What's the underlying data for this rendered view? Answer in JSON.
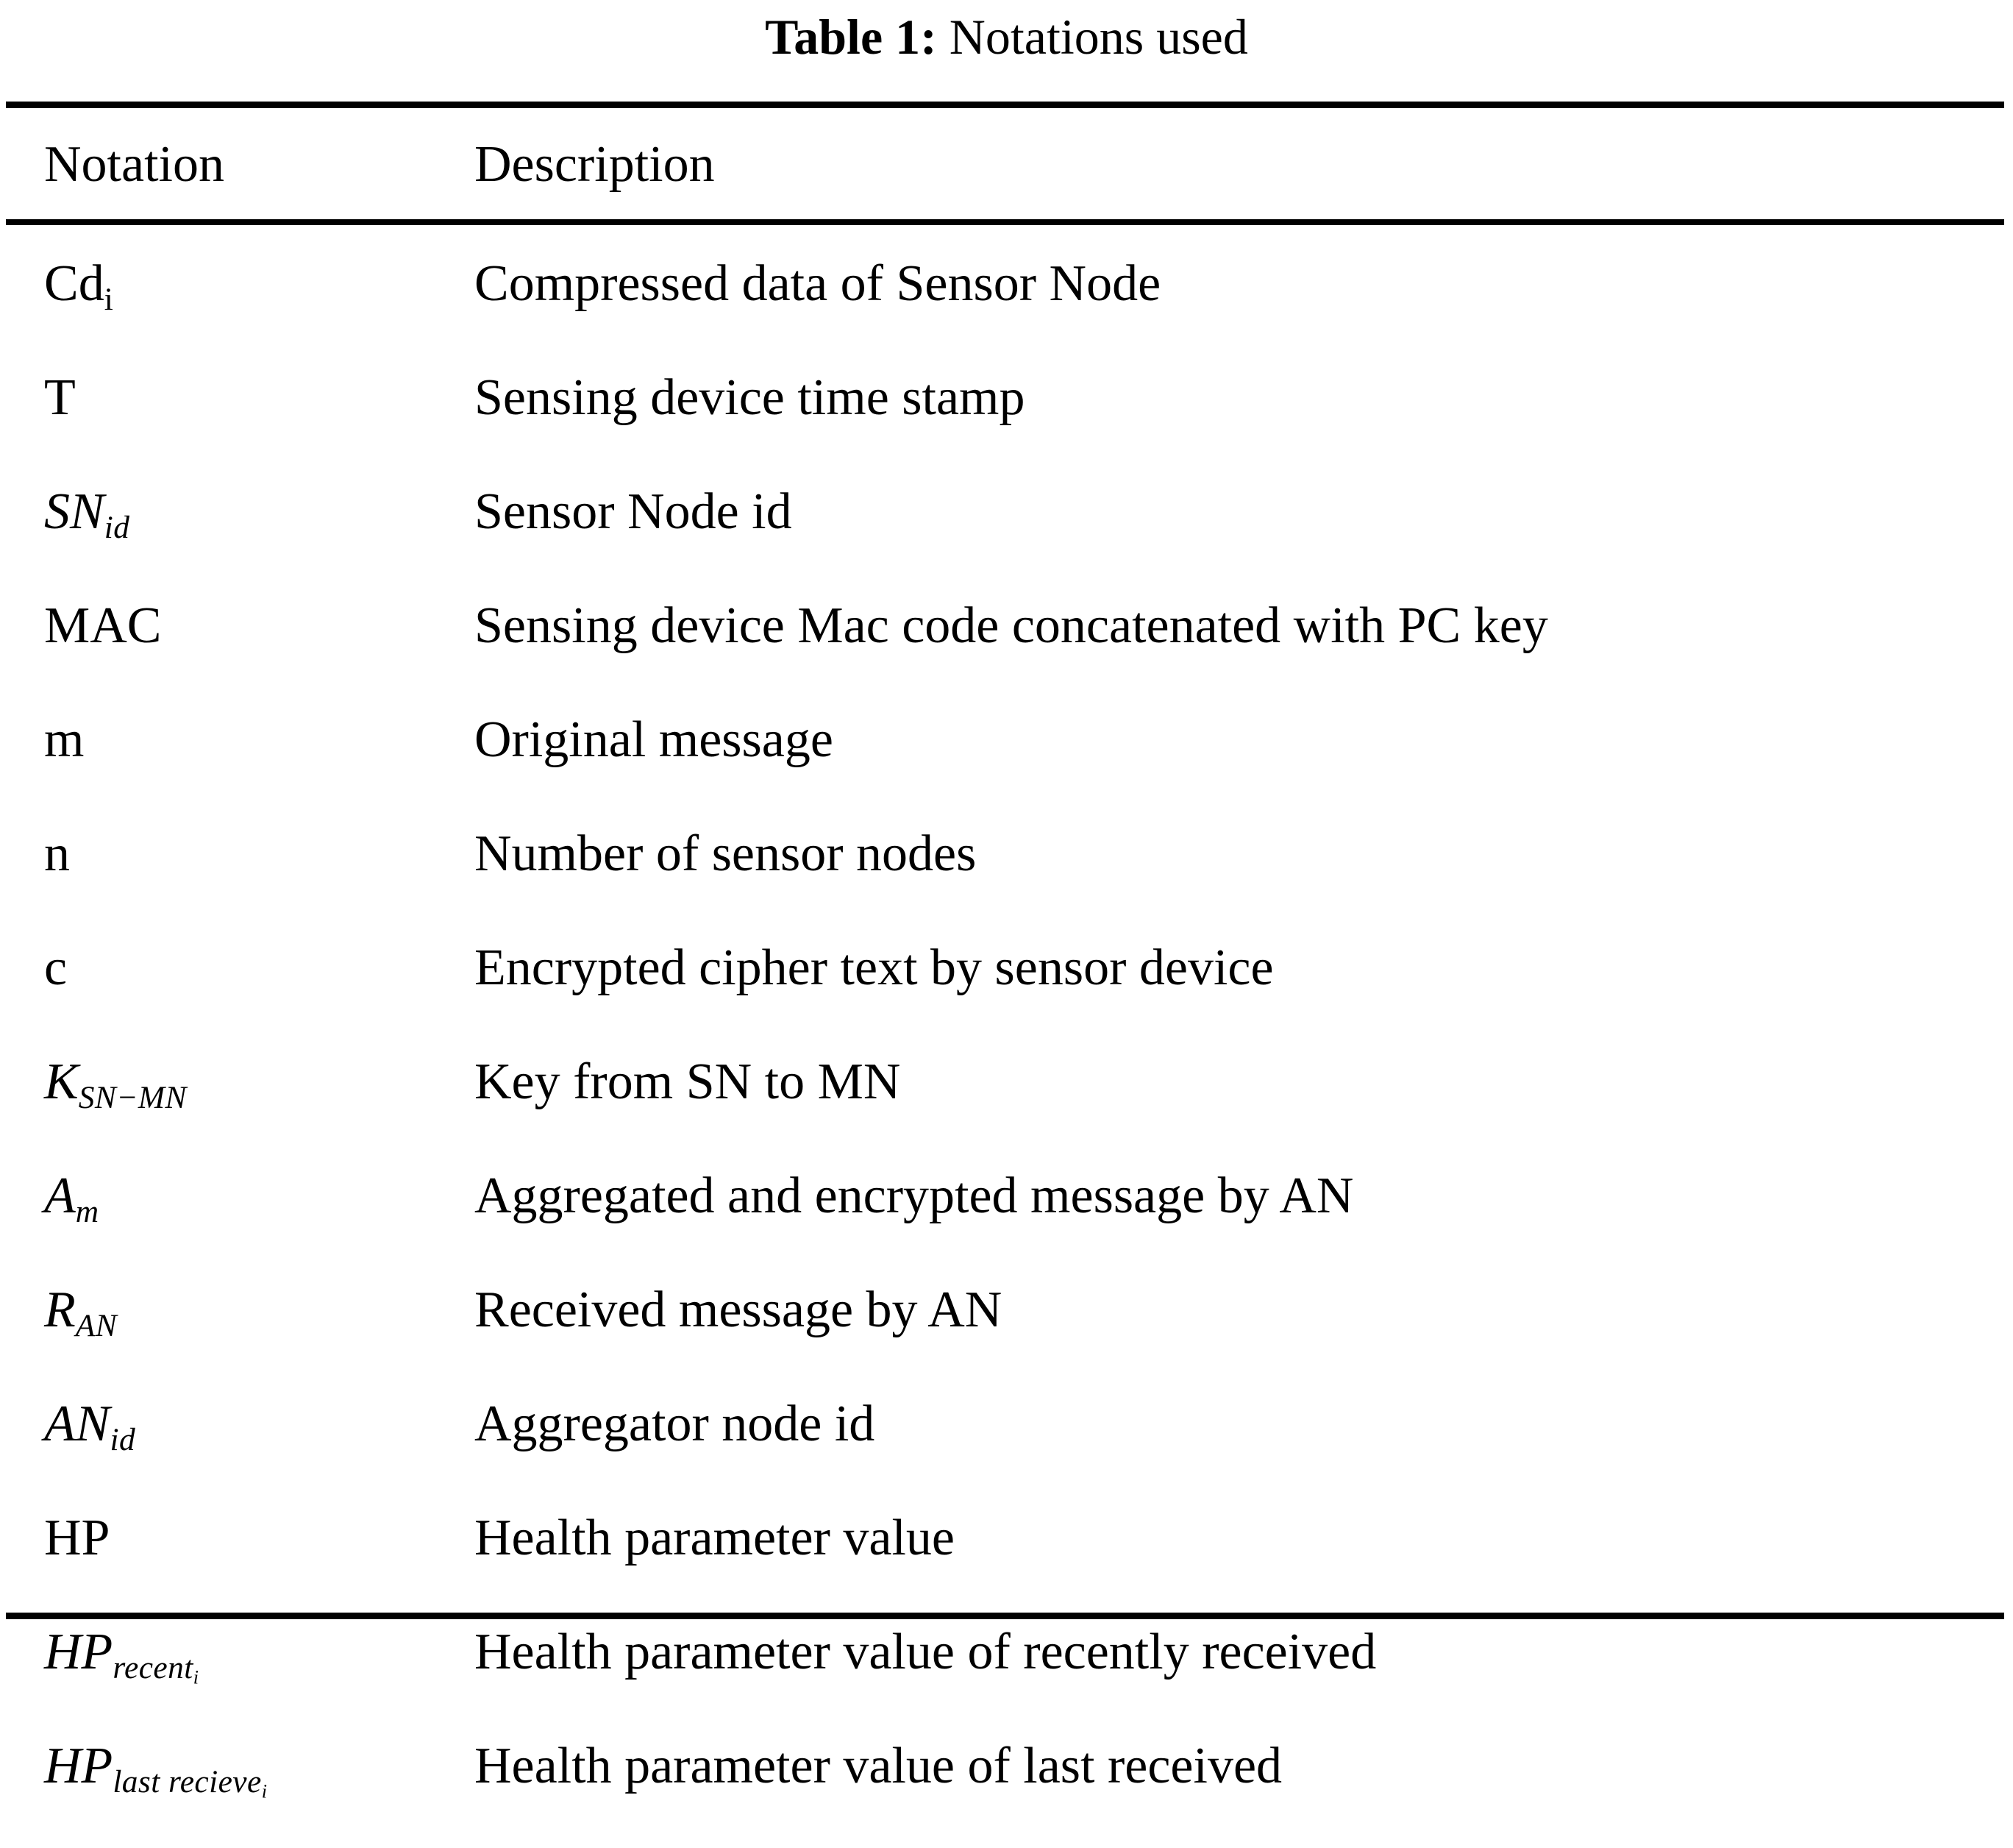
{
  "caption": {
    "label": "Table 1:",
    "text": " Notations used"
  },
  "table": {
    "columns": [
      "Notation",
      "Description"
    ],
    "rows": [
      {
        "notation_plain": "Cd_i",
        "description": "Compressed data of Sensor Node"
      },
      {
        "notation_plain": "T",
        "description": "Sensing device time stamp"
      },
      {
        "notation_plain": "SN_id",
        "description": "Sensor Node id"
      },
      {
        "notation_plain": "MAC",
        "description": "Sensing device Mac code concatenated with PC key"
      },
      {
        "notation_plain": "m",
        "description": "Original message"
      },
      {
        "notation_plain": "n",
        "description": "Number of sensor nodes"
      },
      {
        "notation_plain": "c",
        "description": "Encrypted cipher text by sensor device"
      },
      {
        "notation_plain": "K_SN-MN",
        "description": "Key from SN to MN"
      },
      {
        "notation_plain": "A_m",
        "description": "Aggregated and encrypted message by AN"
      },
      {
        "notation_plain": "R_AN",
        "description": "Received message by AN"
      },
      {
        "notation_plain": "AN_id",
        "description": "Aggregator node id"
      },
      {
        "notation_plain": "HP",
        "description": "Health parameter value"
      },
      {
        "notation_plain": "HP_recent_i",
        "description": "Health parameter value of recently received"
      },
      {
        "notation_plain": "HP_last recieve_i",
        "description": "Health parameter value of last received"
      }
    ],
    "notation_parts": [
      {
        "base": "Cd",
        "base_style": "upright",
        "sub": "i",
        "sub_style": "upright",
        "subsub": ""
      },
      {
        "base": "T",
        "base_style": "upright",
        "sub": "",
        "sub_style": "upright",
        "subsub": ""
      },
      {
        "base": "SN",
        "base_style": "italic",
        "sub": "id",
        "sub_style": "italic",
        "subsub": ""
      },
      {
        "base": "MAC",
        "base_style": "upright",
        "sub": "",
        "sub_style": "upright",
        "subsub": ""
      },
      {
        "base": "m",
        "base_style": "upright",
        "sub": "",
        "sub_style": "upright",
        "subsub": ""
      },
      {
        "base": "n",
        "base_style": "upright",
        "sub": "",
        "sub_style": "upright",
        "subsub": ""
      },
      {
        "base": "c",
        "base_style": "upright",
        "sub": "",
        "sub_style": "upright",
        "subsub": ""
      },
      {
        "base": "K",
        "base_style": "italic",
        "sub": "SN−MN",
        "sub_style": "italic",
        "subsub": ""
      },
      {
        "base": "A",
        "base_style": "italic",
        "sub": "m",
        "sub_style": "italic",
        "subsub": ""
      },
      {
        "base": "R",
        "base_style": "italic",
        "sub": "AN",
        "sub_style": "italic",
        "subsub": ""
      },
      {
        "base": "AN",
        "base_style": "italic",
        "sub": "id",
        "sub_style": "italic",
        "subsub": ""
      },
      {
        "base": "HP",
        "base_style": "upright",
        "sub": "",
        "sub_style": "upright",
        "subsub": ""
      },
      {
        "base": "HP",
        "base_style": "italic",
        "sub": "recent",
        "sub_style": "italic",
        "subsub": "i"
      },
      {
        "base": "HP",
        "base_style": "italic",
        "sub": "last recieve",
        "sub_style": "italic",
        "subsub": "i"
      }
    ]
  },
  "colors": {
    "ink": "#000000",
    "paper": "#ffffff"
  }
}
